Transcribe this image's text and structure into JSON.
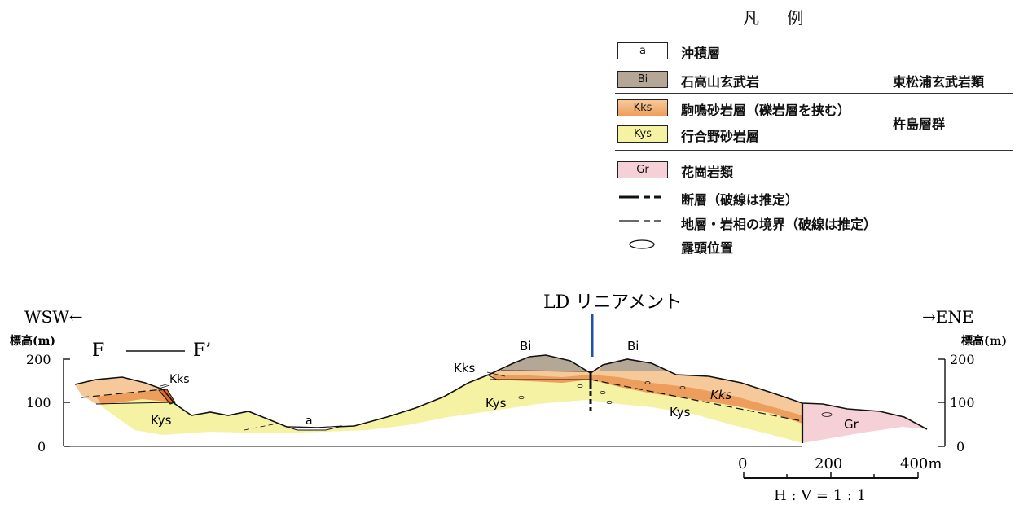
{
  "legend": {
    "title": "凡 例",
    "units": [
      {
        "code": "a",
        "label": "沖積層",
        "color": "#ffffff"
      },
      {
        "code": "Bi",
        "label": "石高山玄武岩",
        "color": "#b5a796"
      },
      {
        "code": "Kks",
        "label": "駒鳴砂岩層（礫岩層を挟む）",
        "color": "#f1b47c"
      },
      {
        "code": "Kys",
        "label": "行合野砂岩層",
        "color": "#f5f2a4"
      },
      {
        "code": "Gr",
        "label": "花崗岩類",
        "color": "#f5d0d6"
      }
    ],
    "groups": [
      "東松浦玄武岩類",
      "杵島層群"
    ],
    "symbols": [
      {
        "icon": "fault-line",
        "label": "断層（破線は推定）"
      },
      {
        "icon": "boundary-line",
        "label": "地層・岩相の境界（破線は推定）"
      },
      {
        "icon": "outcrop-ellipse",
        "label": "露頭位置"
      }
    ]
  },
  "section": {
    "left_direction": "WSW←",
    "right_direction": "→ENE",
    "left_axis_title": "標高(m)",
    "right_axis_title": "標高(m)",
    "profile_label": "F ——— F’",
    "profile_start": "F",
    "profile_end": "F’",
    "lineament_label": "LD リニアメント",
    "y_ticks": [
      "200",
      "100",
      "0"
    ],
    "unit_labels": {
      "kks_left": "Kks",
      "kys_left": "Kys",
      "a": "a",
      "bi_left": "Bi",
      "bi_right": "Bi",
      "kks_mid": "Kks",
      "kys_mid": "Kys",
      "kks_right": "Kks",
      "kys_right": "Kys",
      "gr": "Gr"
    }
  },
  "scale": {
    "ticks": [
      "0",
      "200",
      "400m"
    ],
    "ratio": "H : V = 1 : 1"
  }
}
